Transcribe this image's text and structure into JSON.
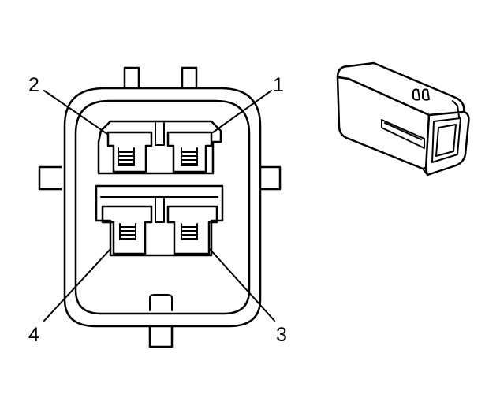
{
  "pins": [
    {
      "id": "pin-1",
      "label": "1"
    },
    {
      "id": "pin-2",
      "label": "2"
    },
    {
      "id": "pin-3",
      "label": "3"
    },
    {
      "id": "pin-4",
      "label": "4"
    }
  ]
}
